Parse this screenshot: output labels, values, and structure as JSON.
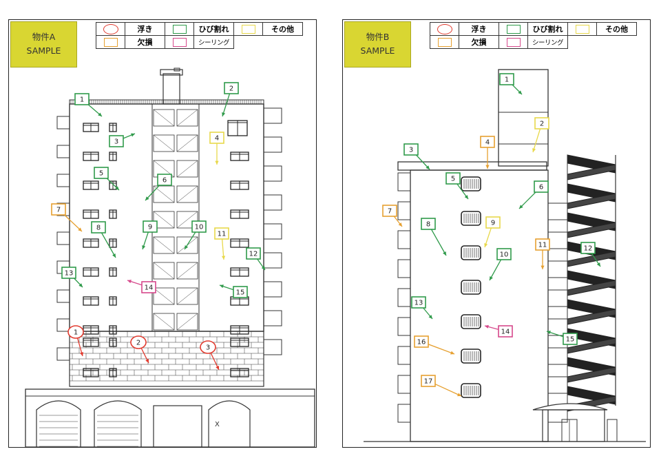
{
  "colors": {
    "uki": "#e23a2e",
    "hibiware": "#2f9a4a",
    "sonota": "#e8d84a",
    "kesson": "#e6a030",
    "sealing": "#d6488b"
  },
  "legend": {
    "uki": "浮き",
    "hibiware": "ひび割れ",
    "sonota": "その他",
    "kesson": "欠損",
    "sealing": "シーリング"
  },
  "panels": [
    {
      "sample_title": "物件A",
      "sample_sub": "SAMPLE",
      "markers": [
        {
          "label": "1",
          "type": "hibiware"
        },
        {
          "label": "2",
          "type": "hibiware"
        },
        {
          "label": "3",
          "type": "hibiware"
        },
        {
          "label": "4",
          "type": "sonota"
        },
        {
          "label": "5",
          "type": "hibiware"
        },
        {
          "label": "6",
          "type": "hibiware"
        },
        {
          "label": "7",
          "type": "kesson"
        },
        {
          "label": "8",
          "type": "hibiware"
        },
        {
          "label": "9",
          "type": "hibiware"
        },
        {
          "label": "10",
          "type": "hibiware"
        },
        {
          "label": "11",
          "type": "sonota"
        },
        {
          "label": "12",
          "type": "hibiware"
        },
        {
          "label": "13",
          "type": "hibiware"
        },
        {
          "label": "14",
          "type": "sealing"
        },
        {
          "label": "15",
          "type": "hibiware"
        },
        {
          "label": "1",
          "type": "uki"
        },
        {
          "label": "2",
          "type": "uki"
        },
        {
          "label": "3",
          "type": "uki"
        }
      ]
    },
    {
      "sample_title": "物件B",
      "sample_sub": "SAMPLE",
      "markers": [
        {
          "label": "1",
          "type": "hibiware"
        },
        {
          "label": "2",
          "type": "sonota"
        },
        {
          "label": "3",
          "type": "hibiware"
        },
        {
          "label": "4",
          "type": "kesson"
        },
        {
          "label": "5",
          "type": "hibiware"
        },
        {
          "label": "6",
          "type": "hibiware"
        },
        {
          "label": "7",
          "type": "kesson"
        },
        {
          "label": "8",
          "type": "hibiware"
        },
        {
          "label": "9",
          "type": "sonota"
        },
        {
          "label": "10",
          "type": "hibiware"
        },
        {
          "label": "11",
          "type": "kesson"
        },
        {
          "label": "12",
          "type": "hibiware"
        },
        {
          "label": "13",
          "type": "hibiware"
        },
        {
          "label": "14",
          "type": "sealing"
        },
        {
          "label": "15",
          "type": "hibiware"
        },
        {
          "label": "16",
          "type": "kesson"
        },
        {
          "label": "17",
          "type": "kesson"
        }
      ]
    }
  ]
}
